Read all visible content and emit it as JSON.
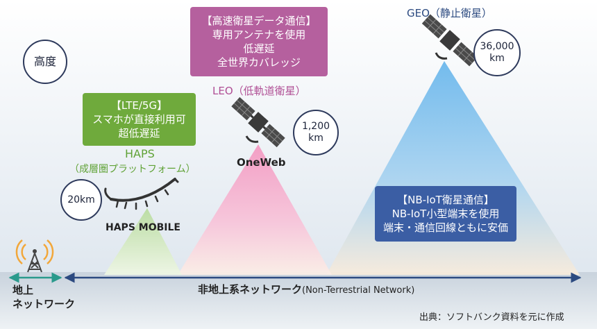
{
  "altitude_label": "高度",
  "colors": {
    "haps_green": "#6faa3c",
    "leo_purple": "#b5609e",
    "geo_blue": "#3b5ea4",
    "terrestrial_teal": "#2a9a8c",
    "ntn_navy": "#2c4a80"
  },
  "haps": {
    "box_lines": [
      "【LTE/5G】",
      "スマホが直接利用可",
      "超低遅延"
    ],
    "title": "HAPS",
    "subtitle": "（成層圏プラットフォーム）",
    "altitude": "20km",
    "craft_label": "HAPS MOBILE",
    "icon": "haps-aircraft-icon"
  },
  "leo": {
    "box_lines": [
      "【高速衛星データ通信】",
      "専用アンテナを使用",
      "低遅延",
      "全世界カバレッジ"
    ],
    "title": "LEO（低軌道衛星）",
    "altitude_lines": [
      "1,200",
      "km"
    ],
    "craft_label": "OneWeb",
    "icon": "satellite-icon"
  },
  "geo": {
    "title": "GEO（静止衛星）",
    "altitude_lines": [
      "36,000",
      "km"
    ],
    "box_lines": [
      "【NB-IoT衛星通信】",
      "NB-IoT小型端末を使用",
      "端末・通信回線ともに安価"
    ],
    "icon": "satellite-icon"
  },
  "ground": {
    "terrestrial_lines": [
      "地上",
      "ネットワーク"
    ],
    "ntn_label": "非地上系ネットワーク",
    "ntn_label_en": "(Non-Terrestrial Network)",
    "tower_icon": "antenna-tower-icon"
  },
  "source": "出典：ソフトバンク資料を元に作成"
}
